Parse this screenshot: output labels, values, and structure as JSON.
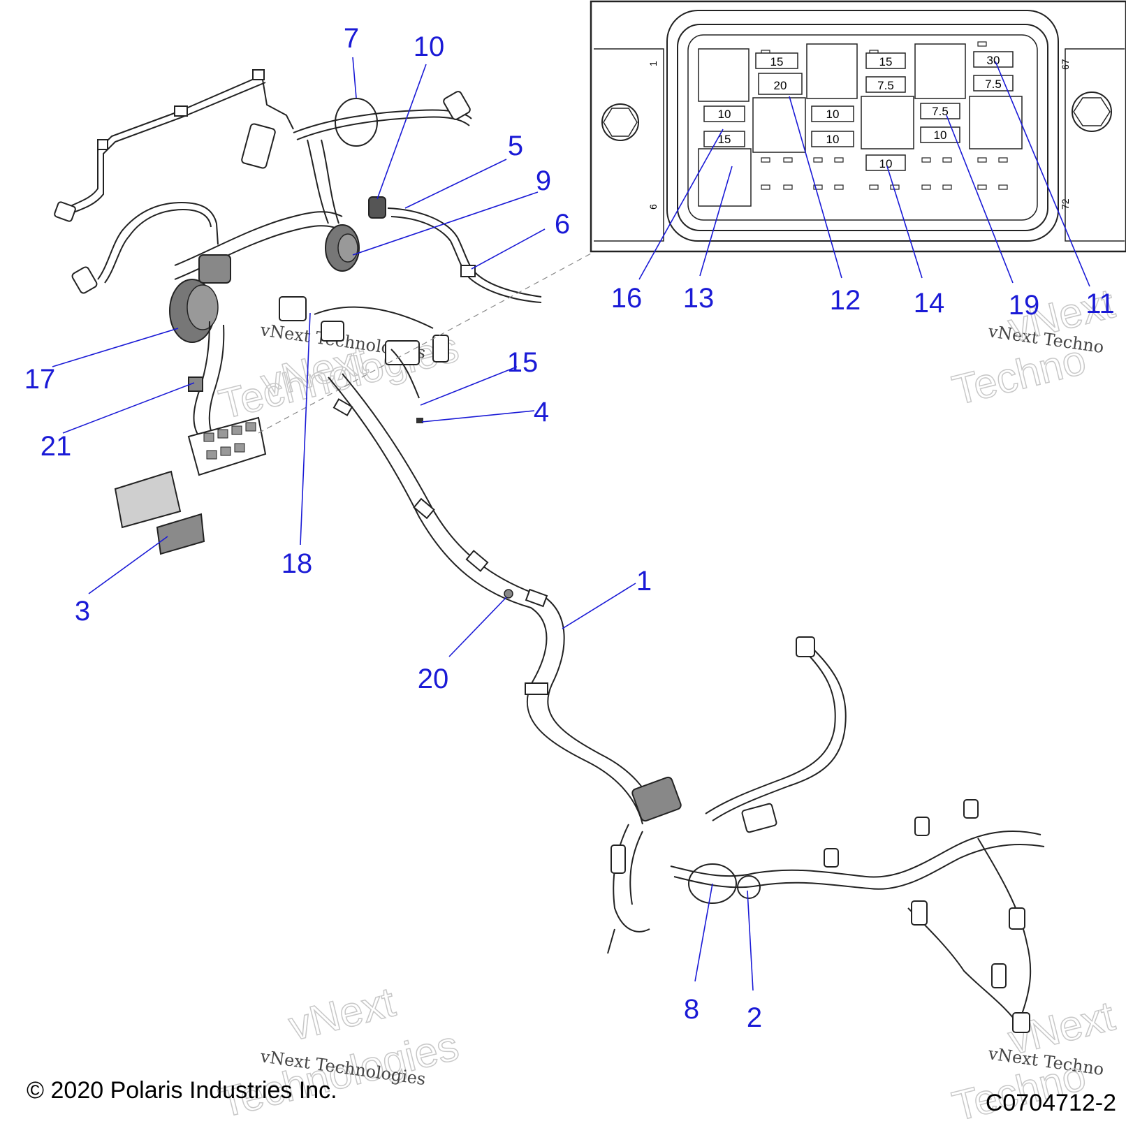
{
  "callouts": [
    {
      "id": "c1",
      "label": "1"
    },
    {
      "id": "c2",
      "label": "2"
    },
    {
      "id": "c3",
      "label": "3"
    },
    {
      "id": "c4",
      "label": "4"
    },
    {
      "id": "c5",
      "label": "5"
    },
    {
      "id": "c6",
      "label": "6"
    },
    {
      "id": "c7",
      "label": "7"
    },
    {
      "id": "c8",
      "label": "8"
    },
    {
      "id": "c9",
      "label": "9"
    },
    {
      "id": "c10",
      "label": "10"
    },
    {
      "id": "c11",
      "label": "11"
    },
    {
      "id": "c12",
      "label": "12"
    },
    {
      "id": "c13",
      "label": "13"
    },
    {
      "id": "c14",
      "label": "14"
    },
    {
      "id": "c15",
      "label": "15"
    },
    {
      "id": "c16",
      "label": "16"
    },
    {
      "id": "c17",
      "label": "17"
    },
    {
      "id": "c18",
      "label": "18"
    },
    {
      "id": "c19",
      "label": "19"
    },
    {
      "id": "c20",
      "label": "20"
    },
    {
      "id": "c21",
      "label": "21"
    }
  ],
  "fuse_box": {
    "fuses": [
      "15",
      "20",
      "10",
      "15",
      "10",
      "10",
      "15",
      "7.5",
      "10",
      "7.5",
      "10",
      "30",
      "7.5"
    ],
    "edge_numbers": [
      "1",
      "6",
      "67",
      "72"
    ]
  },
  "footer": {
    "copyright": "© 2020 Polaris Industries Inc.",
    "figure_id": "C0704712-2"
  },
  "watermark": {
    "brand": "vNext",
    "word": "Technologies",
    "full": "vNext Technologies",
    "partial": "vNext Techno",
    "partial_word": "Techno"
  }
}
